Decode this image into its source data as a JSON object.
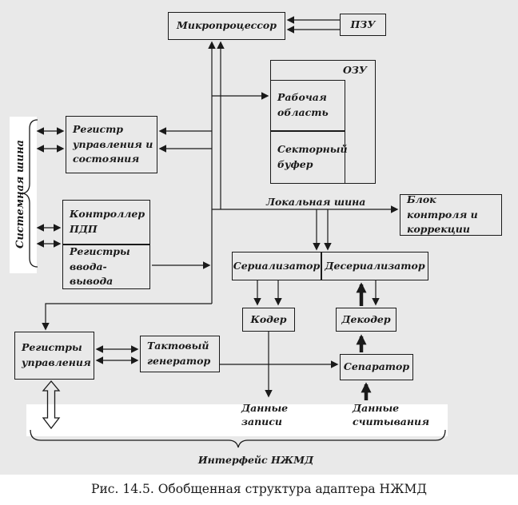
{
  "figure": {
    "caption": "Рис. 14.5. Обобщенная структура адаптера НЖМД"
  },
  "colors": {
    "background": "#e9e9e9",
    "line": "#1a1a1a",
    "highlight": "#ffffff"
  },
  "nodes": {
    "microprocessor": {
      "label": "Микропроцессор"
    },
    "rom": {
      "label": "ПЗУ"
    },
    "ram": {
      "label": "ОЗУ"
    },
    "work_area": {
      "label": "Рабочая область"
    },
    "sector_buffer": {
      "label": "Секторный буфер"
    },
    "control_status_register": {
      "label": "Регистр управления и состояния"
    },
    "dma_controller": {
      "label": "Контроллер ПДП"
    },
    "io_registers": {
      "label": "Регистры ввода-вывода"
    },
    "check_correction_block": {
      "label": "Блок контроля и коррекции"
    },
    "serializer": {
      "label": "Сериализатор"
    },
    "deserializer": {
      "label": "Десериализатор"
    },
    "coder": {
      "label": "Кодер"
    },
    "decoder": {
      "label": "Декодер"
    },
    "control_registers": {
      "label": "Регистры управления"
    },
    "clock_generator": {
      "label": "Тактовый генератор"
    },
    "separator": {
      "label": "Сепаратор"
    }
  },
  "labels": {
    "system_bus": "Системная шина",
    "local_bus": "Локальная шина",
    "write_data": "Данные записи",
    "read_data": "Данные считывания",
    "hdd_interface": "Интерфейс НЖМД"
  },
  "edges": [
    {
      "from": "rom",
      "to": "microprocessor",
      "style": "double-line-arrows"
    },
    {
      "from": "cpu_bus",
      "to": "microprocessor",
      "style": "two-up-arrows"
    },
    {
      "from": "cpu_bus",
      "to": "work_area"
    },
    {
      "from": "cpu_bus",
      "to": "control_status_register",
      "style": "two-arrows"
    },
    {
      "from": "system_bus",
      "to": "control_status_register",
      "bidirectional": true
    },
    {
      "from": "system_bus",
      "to": "dma_controller",
      "bidirectional": true
    },
    {
      "from": "io_registers",
      "to": "cpu_bus"
    },
    {
      "from": "local_bus",
      "to": "check_correction_block"
    },
    {
      "from": "local_bus",
      "to": "serializer"
    },
    {
      "from": "local_bus",
      "to": "deserializer"
    },
    {
      "from": "cpu_bus",
      "to": "control_registers"
    },
    {
      "from": "control_registers",
      "to": "clock_generator",
      "bidirectional": true
    },
    {
      "from": "clock_generator",
      "to": "separator"
    },
    {
      "from": "serializer",
      "to": "coder",
      "style": "two-arrows"
    },
    {
      "from": "coder",
      "to": "write_data"
    },
    {
      "from": "deserializer",
      "to": "decoder"
    },
    {
      "from": "decoder",
      "to": "deserializer",
      "thick": true
    },
    {
      "from": "separator",
      "to": "decoder",
      "thick": true
    },
    {
      "from": "read_data",
      "to": "separator",
      "thick": true
    },
    {
      "from": "control_registers",
      "to": "hdd_interface",
      "style": "hollow-double-arrow"
    }
  ]
}
